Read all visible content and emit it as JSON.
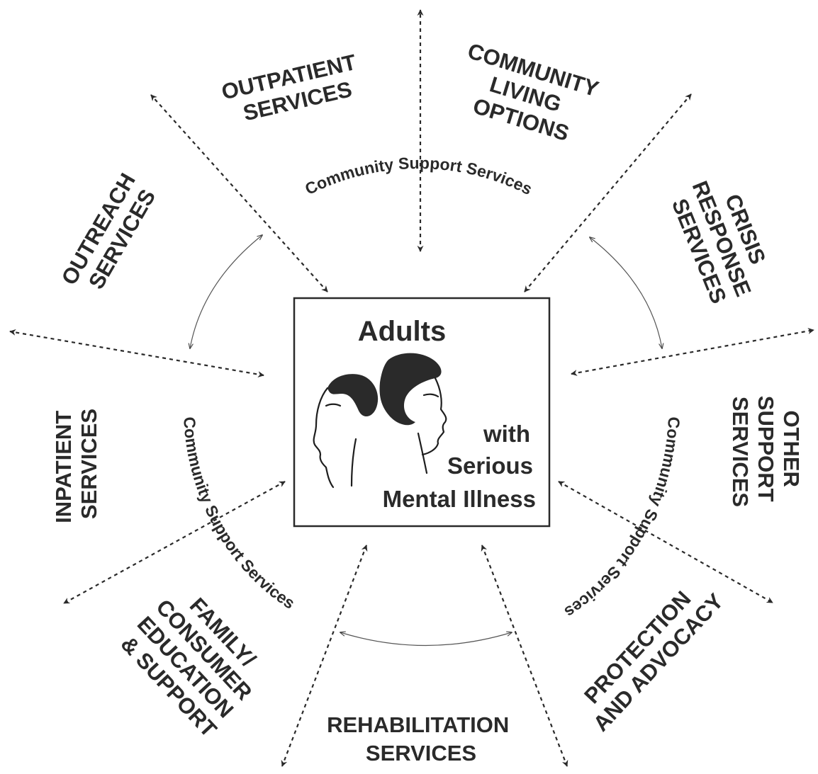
{
  "center": {
    "title": "Adults",
    "line1": "with",
    "line2": "Serious",
    "line3": "Mental Illness"
  },
  "ring_label": "Community Support Services",
  "services": {
    "outpatient": [
      "OUTPATIENT",
      "SERVICES"
    ],
    "community_living": [
      "COMMUNITY",
      "LIVING",
      "OPTIONS"
    ],
    "crisis": [
      "CRISIS",
      "RESPONSE",
      "SERVICES"
    ],
    "other_support": [
      "OTHER",
      "SUPPORT",
      "SERVICES"
    ],
    "protection": [
      "PROTECTION",
      "AND ADVOCACY"
    ],
    "rehabilitation": [
      "REHABILITATION",
      "SERVICES"
    ],
    "family": [
      "FAMILY/",
      "CONSUMER",
      "EDUCATION",
      "& SUPPORT"
    ],
    "inpatient": [
      "INPATIENT",
      "SERVICES"
    ],
    "outreach": [
      "OUTREACH",
      "SERVICES"
    ]
  }
}
